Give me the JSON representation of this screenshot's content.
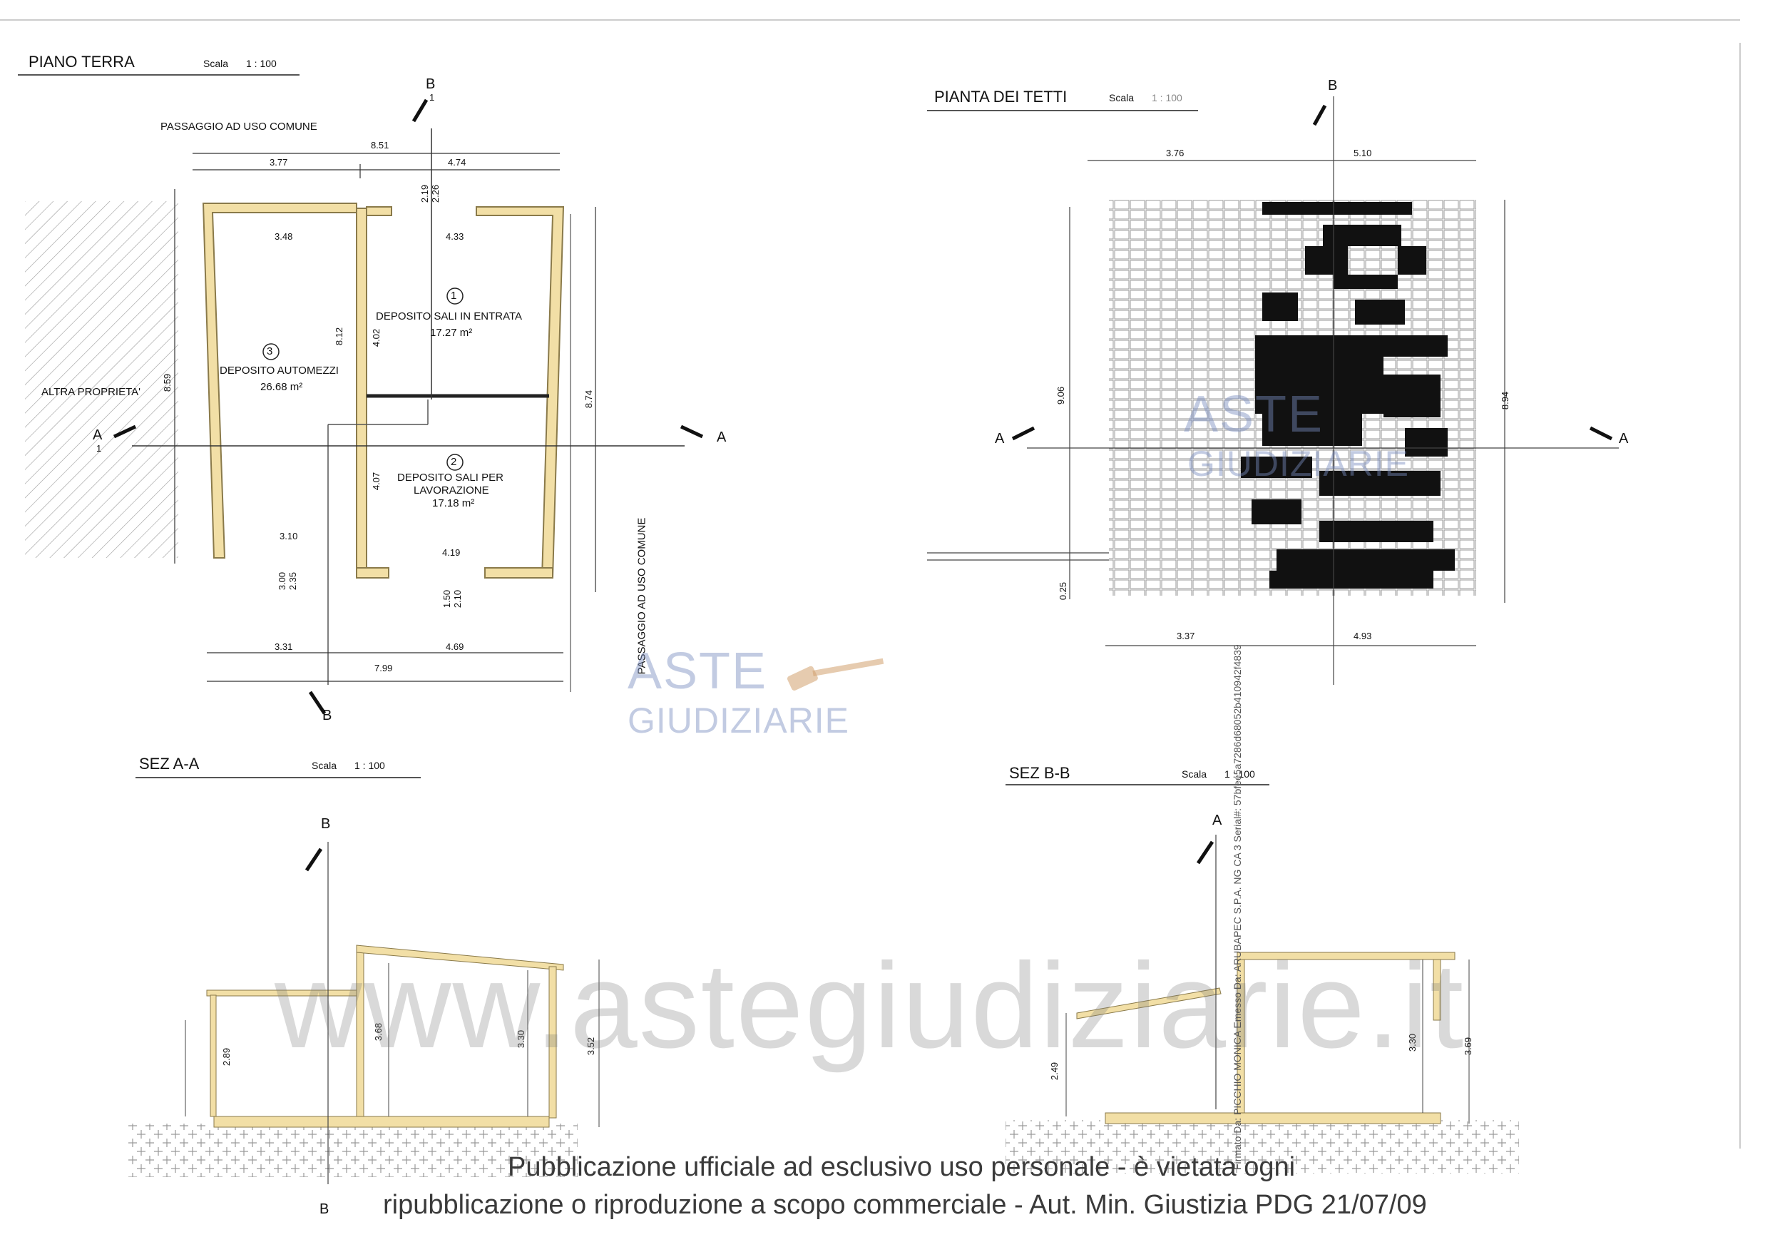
{
  "drawings": {
    "ground_floor": {
      "title": "PIANO TERRA",
      "scale_label": "Scala",
      "scale": "1 : 100",
      "passage_top": "PASSAGGIO AD USO COMUNE",
      "passage_right": "PASSAGGIO AD USO COMUNE",
      "other_property": "ALTRA PROPRIETA'",
      "rooms": [
        {
          "num": "1",
          "name": "DEPOSITO SALI IN ENTRATA",
          "area": "17.27 m²"
        },
        {
          "num": "2",
          "name": "DEPOSITO SALI PER",
          "name2": "LAVORAZIONE",
          "area": "17.18 m²"
        },
        {
          "num": "3",
          "name": "DEPOSITO AUTOMEZZI",
          "area": "26.68 m²"
        }
      ],
      "dims": {
        "top_total": "8.51",
        "top_left": "3.77",
        "top_right": "4.74",
        "inner_left_top": "3.48",
        "inner_right_top": "4.33",
        "door_top_a": "2.19",
        "door_top_b": "2.26",
        "left_height": "8.59",
        "mid_height": "8.12",
        "room1_height": "4.02",
        "room2_height": "4.07",
        "right_height": "8.74",
        "inner_left_bottom": "3.10",
        "inner_right_bottom": "4.19",
        "door_left_a": "3.00",
        "door_left_b": "2.35",
        "door_right_a": "1.50",
        "door_right_b": "2.10",
        "bottom_left": "3.31",
        "bottom_right": "4.69",
        "bottom_total": "7.99"
      },
      "section_marks": {
        "a": "A",
        "b": "B",
        "sub": "1"
      }
    },
    "roof_plan": {
      "title": "PIANTA DEI TETTI",
      "scale_label": "Scala",
      "scale": "1 : 100",
      "dims": {
        "top_left": "3.76",
        "top_right": "5.10",
        "left_height": "9.06",
        "right_height": "8.94",
        "bottom_left": "3.37",
        "bottom_right": "4.93",
        "small": "0.25"
      }
    },
    "section_aa": {
      "title": "SEZ A-A",
      "scale_label": "Scala",
      "scale": "1 : 100",
      "dims": {
        "h1": "2.89",
        "h2": "3.68",
        "h3": "3.30",
        "h4": "3.52"
      }
    },
    "section_bb": {
      "title": "SEZ B-B",
      "scale_label": "Scala",
      "scale": "1 : 100",
      "dims": {
        "h1": "2.49",
        "h2": "3.30",
        "h3": "3.69"
      }
    }
  },
  "watermark": {
    "site": "www.astegiudiziarie.it",
    "brand_top": "ASTE",
    "brand_bottom": "GIUDIZIARIE"
  },
  "signature": "Firmato Da: PICCHIO MONICA Emesso Da: ARUBAPEC S.P.A. NG CA 3 Serial#: 57bfee5a7286d68052b410942f4839",
  "footer": {
    "line1": "Pubblicazione ufficiale ad esclusivo uso personale - è vietata ogni",
    "line2": "ripubblicazione o riproduzione a scopo commerciale - Aut. Min. Giustizia PDG 21/07/09"
  },
  "colors": {
    "wall": "#f2dfa6",
    "wall_stroke": "#8a7a4a",
    "roof_dark": "#111111",
    "watermark": "#7d8fbf"
  }
}
